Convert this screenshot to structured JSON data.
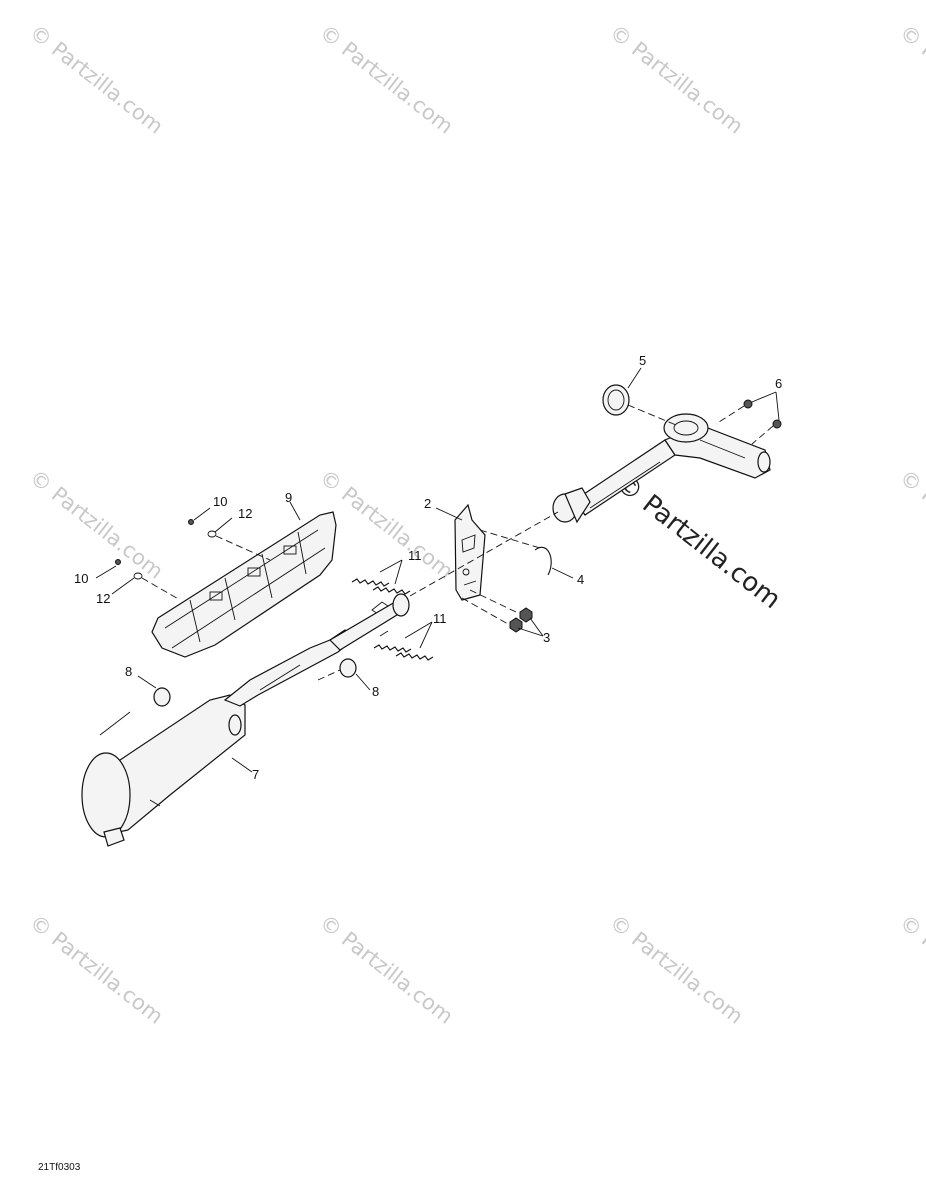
{
  "watermark_text": "© Partzilla.com",
  "diagram_code": "21Tf0303",
  "callouts": {
    "c2": "2",
    "c3": "3",
    "c4": "4",
    "c5": "5",
    "c6": "6",
    "c7": "7",
    "c8a": "8",
    "c8b": "8",
    "c9": "9",
    "c10a": "10",
    "c10b": "10",
    "c11a": "11",
    "c11b": "11",
    "c12a": "12",
    "c12b": "12"
  }
}
